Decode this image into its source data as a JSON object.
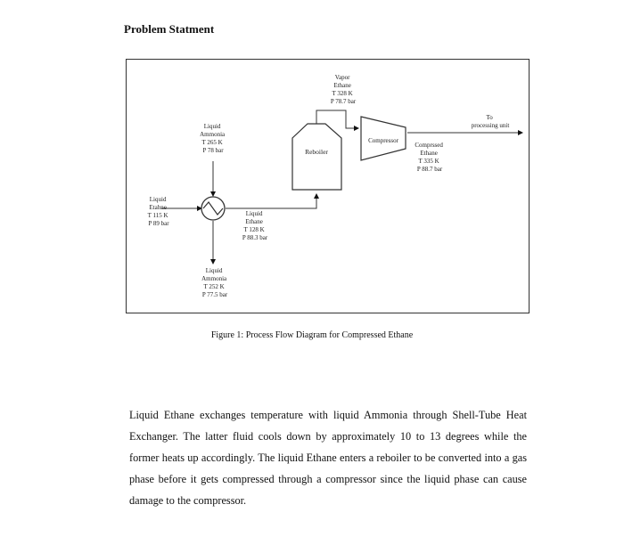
{
  "document": {
    "heading": "Problem Statment",
    "caption": "Figure 1: Process Flow Diagram for Compressed Ethane",
    "paragraph": "Liquid Ethane exchanges temperature with liquid Ammonia through Shell-Tube Heat Exchanger. The latter fluid cools down by approximately 10 to 13 degrees while the former heats up accordingly. The liquid Ethane enters a reboiler to be converted into a gas phase before it gets compressed through a compressor since the liquid phase can cause damage to the compressor."
  },
  "diagram": {
    "units": {
      "reboiler": "Reboiler",
      "compressor": "Compressor"
    },
    "streams": {
      "liquid_ethane_in": [
        "Liquid",
        "Etahne",
        "T 115 K",
        "P 89 bar"
      ],
      "ammonia_in": [
        "Liquid",
        "Ammonia",
        "T 265 K",
        "P 78 bar"
      ],
      "ammonia_out": [
        "Liquid",
        "Ammonia",
        "T 252 K",
        "P 77.5 bar"
      ],
      "ethane_hx_out": [
        "Liquid",
        "Ethane",
        "T 128 K",
        "P 88.3 bar"
      ],
      "vapor_ethane": [
        "Vapor",
        "Ethane",
        "T 328 K",
        "P 78.7 bar"
      ],
      "compressed_ethane": [
        "Comprssed",
        "Ethane",
        "T 335 K",
        "P 88.7 bar"
      ],
      "product": [
        "To",
        "processing unit"
      ]
    },
    "colors": {
      "line": "#333333",
      "arrow": "#111111"
    }
  }
}
